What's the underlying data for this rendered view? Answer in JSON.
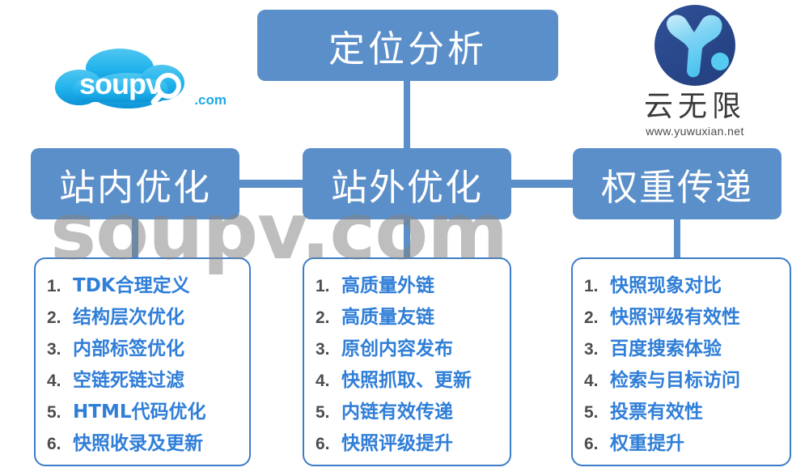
{
  "diagram": {
    "root": {
      "label": "定位分析"
    },
    "branches": [
      {
        "label": "站内优化"
      },
      {
        "label": "站外优化"
      },
      {
        "label": "权重传递"
      }
    ],
    "lists": [
      {
        "items": [
          {
            "num": "1.",
            "text": "TDK合理定义"
          },
          {
            "num": "2.",
            "text": "结构层次优化"
          },
          {
            "num": "3.",
            "text": "内部标签优化"
          },
          {
            "num": "4.",
            "text": "空链死链过滤"
          },
          {
            "num": "5.",
            "text": "HTML代码优化"
          },
          {
            "num": "6.",
            "text": "快照收录及更新"
          }
        ]
      },
      {
        "items": [
          {
            "num": "1.",
            "text": "高质量外链"
          },
          {
            "num": "2.",
            "text": "高质量友链"
          },
          {
            "num": "3.",
            "text": "原创内容发布"
          },
          {
            "num": "4.",
            "text": "快照抓取、更新"
          },
          {
            "num": "5.",
            "text": "内链有效传递"
          },
          {
            "num": "6.",
            "text": "快照评级提升"
          }
        ]
      },
      {
        "items": [
          {
            "num": "1.",
            "text": "快照现象对比"
          },
          {
            "num": "2.",
            "text": "快照评级有效性"
          },
          {
            "num": "3.",
            "text": "百度搜索体验"
          },
          {
            "num": "4.",
            "text": "检索与目标访问"
          },
          {
            "num": "5.",
            "text": "投票有效性"
          },
          {
            "num": "6.",
            "text": "权重提升"
          }
        ]
      }
    ]
  },
  "watermark": {
    "text": "soupv.com"
  },
  "logo_left": {
    "wordmark": "soupv",
    "suffix": ".com",
    "icon": "cloud-magnifier-icon"
  },
  "logo_right": {
    "name": "云无限",
    "url": "www.yuwuxian.net",
    "icon": "circle-y-mark-icon"
  },
  "colors": {
    "node_blue": "#5b8fc9",
    "panel_border": "#3d7cc9",
    "list_text": "#2f7ed8",
    "list_number": "#4d4d4d",
    "logo_cyan": "#18a9e8",
    "logo_circle": "#2b4f92",
    "watermark_gray": "#828282"
  }
}
